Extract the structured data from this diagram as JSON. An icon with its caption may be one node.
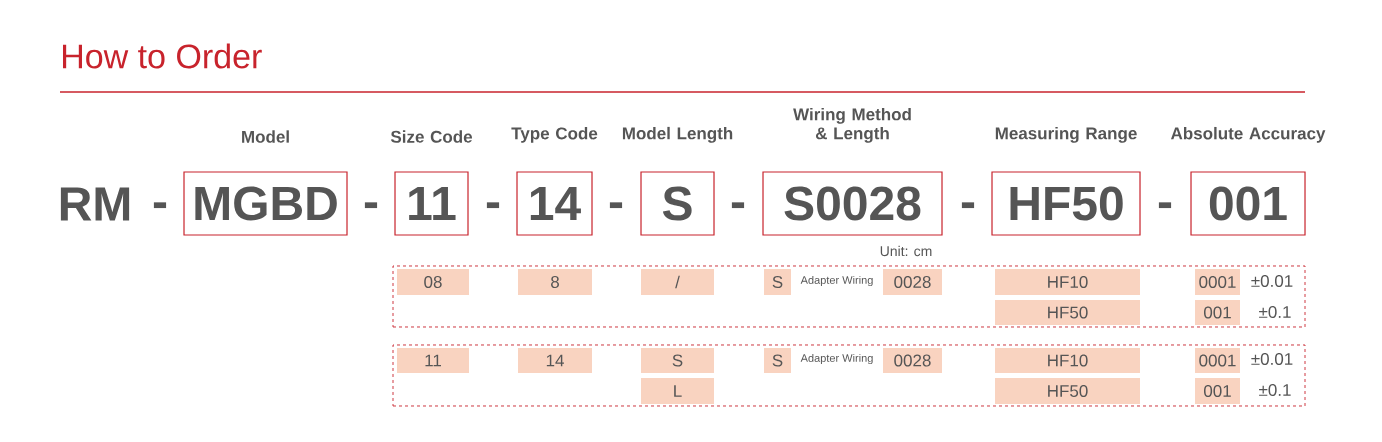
{
  "diagram": {
    "title": "How to Order",
    "nodes": [
      {
        "text": [
          "Model",
          "MGBD"
        ]
      },
      {
        "text": [
          "Size Code",
          "11"
        ]
      },
      {
        "text": [
          "Type Code",
          "14"
        ]
      },
      {
        "text": [
          "Model Length",
          "S"
        ]
      },
      {
        "text": [
          "Wiring Method & Length",
          "S0028"
        ]
      },
      {
        "text": [
          "Measuring Range",
          "HF50"
        ]
      },
      {
        "text": [
          "Absolute Accuracy",
          "001"
        ]
      },
      {
        "text": [],
        "shape": "box"
      },
      {
        "text": [
          "08"
        ],
        "in": 7
      },
      {
        "text": [
          "8"
        ],
        "in": 7
      },
      {
        "text": [
          "/"
        ],
        "in": 7
      },
      {
        "text": [
          "S"
        ],
        "in": 7
      },
      {
        "text": [
          "0028"
        ],
        "in": 7
      },
      {
        "text": [
          "HF10"
        ],
        "in": 7
      },
      {
        "text": [
          "0001"
        ],
        "in": 7
      },
      {
        "text": [
          "HF50"
        ],
        "in": 7
      },
      {
        "text": [
          "001"
        ],
        "in": 7
      },
      {
        "text": [],
        "shape": "box"
      },
      {
        "text": [
          "11"
        ],
        "in": 17
      },
      {
        "text": [
          "14"
        ],
        "in": 17
      },
      {
        "text": [
          "S"
        ],
        "in": 17
      },
      {
        "text": [
          "S"
        ],
        "in": 17
      },
      {
        "text": [
          "0028"
        ],
        "in": 17
      },
      {
        "text": [
          "HF10"
        ],
        "in": 17
      },
      {
        "text": [
          "0001"
        ],
        "in": 17
      },
      {
        "text": [
          "L"
        ],
        "in": 17
      },
      {
        "text": [
          "HF50"
        ],
        "in": 17
      },
      {
        "text": [
          "001"
        ],
        "in": 17
      }
    ],
    "labels": [
      "RM",
      "-",
      "-",
      "-",
      "-",
      "-",
      "-",
      "-",
      "Unit: cm",
      "Adapter Wiring",
      "±0.01",
      "±0.1",
      "Adapter Wiring",
      "±0.01",
      "±0.1"
    ]
  }
}
